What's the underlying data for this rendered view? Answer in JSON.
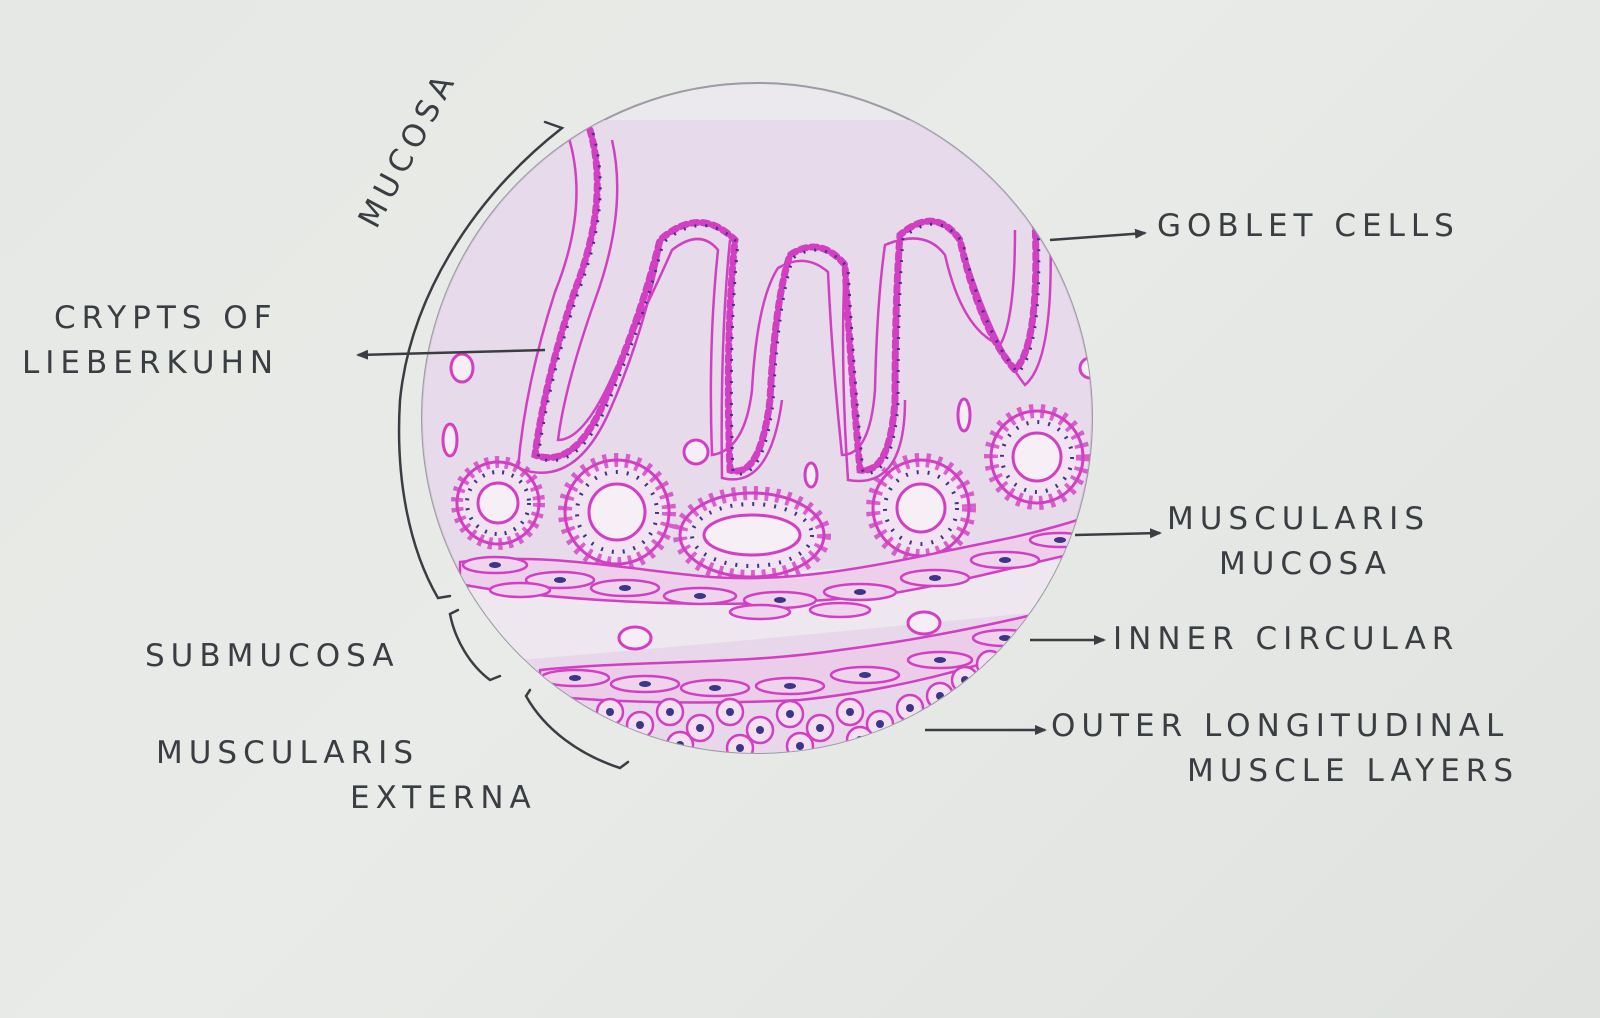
{
  "labels": {
    "goblet_cells": "GOBLET CELLS",
    "crypts_line1": "CRYPTS OF",
    "crypts_line2": "LIEBERKUHN",
    "muscularis_mucosa_line1": "MUSCULARIS",
    "muscularis_mucosa_line2": "MUCOSA",
    "inner_circular": "INNER CIRCULAR",
    "outer_line1": "OUTER LONGITUDINAL",
    "outer_line2": "MUSCLE LAYERS",
    "submucosa": "SUBMUCOSA",
    "muscularis_externa_line1": "MUSCULARIS",
    "muscularis_externa_line2": "EXTERNA",
    "mucosa": "MUCOSA"
  },
  "colors": {
    "paper": "#e6e8e5",
    "stain_pink": "#d23fc3",
    "stain_fill": "#e7d4ea",
    "nucleus": "#3d3587",
    "pencil": "#3a3d42"
  }
}
